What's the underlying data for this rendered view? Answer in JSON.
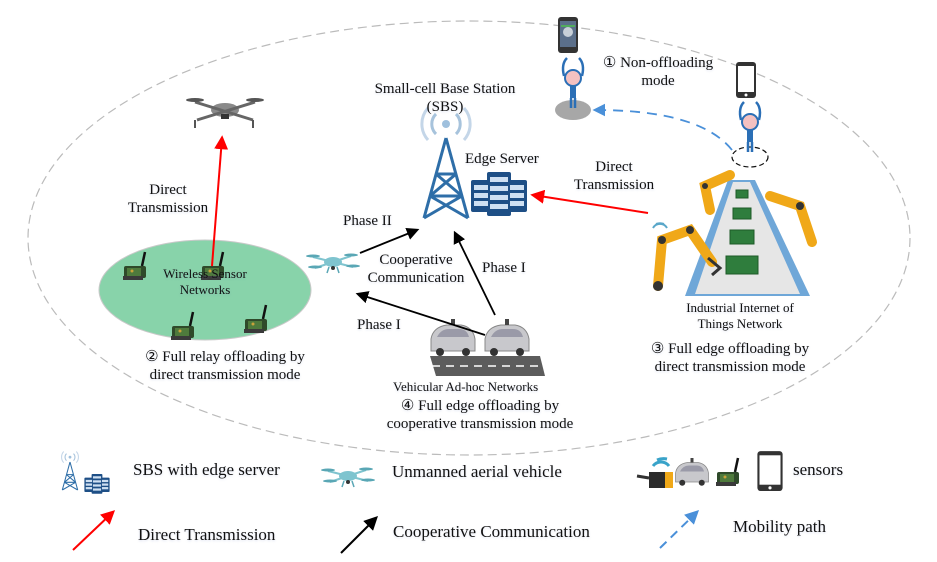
{
  "diagram": {
    "nodes": {
      "sbs": {
        "title_line1": "Small-cell Base Station",
        "title_line2": "(SBS)"
      },
      "edge_server": {
        "label": "Edge Server"
      },
      "mode1": {
        "number": "①",
        "line1": "Non-offloading",
        "line2": "mode"
      },
      "wsn": {
        "line1": "Wireless Sensor",
        "line2": "Networks"
      },
      "mode2": {
        "number": "②",
        "line1": "Full relay offloading by",
        "line2": "direct transmission mode"
      },
      "iiot": {
        "line1": "Industrial Internet of",
        "line2": "Things Network"
      },
      "mode3": {
        "number": "③",
        "line1": "Full edge offloading by",
        "line2": "direct transmission mode"
      },
      "vanet": {
        "label": "Vehicular Ad-hoc Networks"
      },
      "mode4": {
        "number": "④",
        "line1": "Full edge offloading by",
        "line2": "cooperative transmission mode"
      }
    },
    "edges": {
      "wsn_to_uav": {
        "line1": "Direct",
        "line2": "Transmission",
        "type": "direct"
      },
      "iiot_to_server": {
        "line1": "Direct",
        "line2": "Transmission",
        "type": "direct"
      },
      "uav_to_sbs": {
        "label": "Phase II",
        "type": "cooperative"
      },
      "vehicle_to_sbs": {
        "label": "Phase I",
        "type": "cooperative"
      },
      "vehicle_to_uav": {
        "label": "Phase I",
        "type": "cooperative"
      },
      "cooperative_label": {
        "line1": "Cooperative",
        "line2": "Communication"
      },
      "mobility": {
        "type": "mobility"
      }
    },
    "legend": {
      "sbs": "SBS with edge server",
      "uav": "Unmanned aerial vehicle",
      "sensors": "sensors",
      "direct": "Direct Transmission",
      "cooperative": "Cooperative Communication",
      "mobility": "Mobility path"
    },
    "colors": {
      "direct": "#ff0000",
      "cooperative": "#000000",
      "mobility": "#4a90d9",
      "wsn_fill": "#88d3aa",
      "tower": "#2e6ea8",
      "server": "#1e4f86",
      "region_border": "#bbbbbb"
    }
  }
}
